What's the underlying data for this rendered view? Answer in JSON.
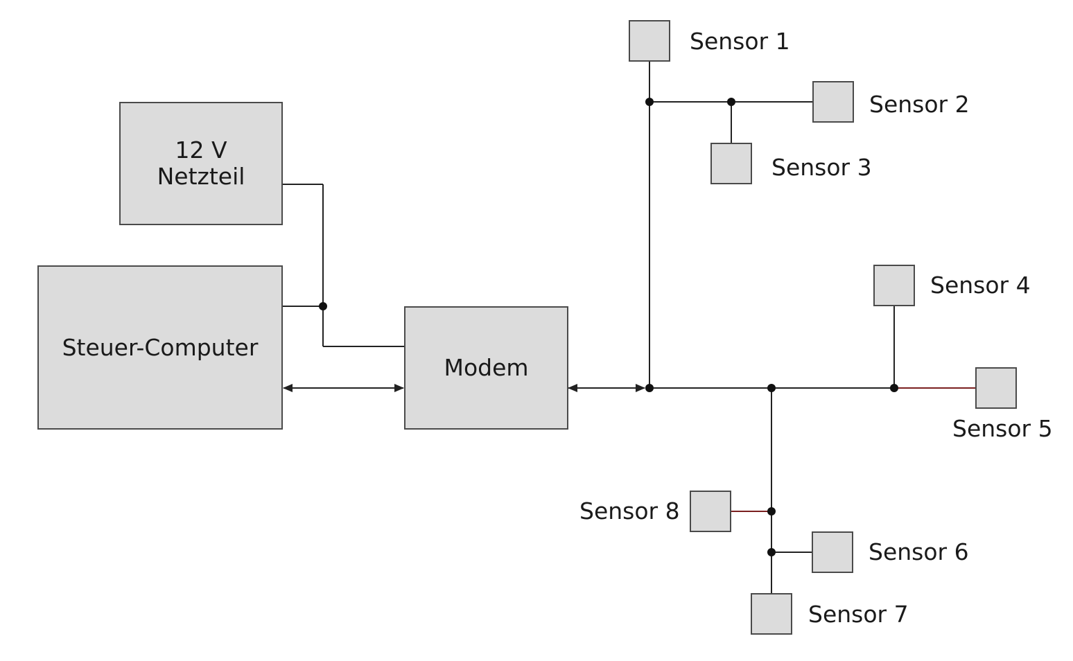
{
  "blocks": {
    "power_supply": {
      "line1": "12 V",
      "line2": "Netzteil"
    },
    "control_computer": {
      "label": "Steuer-Computer"
    },
    "modem": {
      "label": "Modem"
    }
  },
  "sensors": [
    {
      "label": "Sensor 1"
    },
    {
      "label": "Sensor 2"
    },
    {
      "label": "Sensor 3"
    },
    {
      "label": "Sensor 4"
    },
    {
      "label": "Sensor 5"
    },
    {
      "label": "Sensor 6"
    },
    {
      "label": "Sensor 7"
    },
    {
      "label": "Sensor 8"
    }
  ],
  "colors": {
    "box_fill": "#dcdcdc",
    "box_border": "#4a4a4a",
    "line": "#222222",
    "accent_line": "#7a1f1f"
  }
}
